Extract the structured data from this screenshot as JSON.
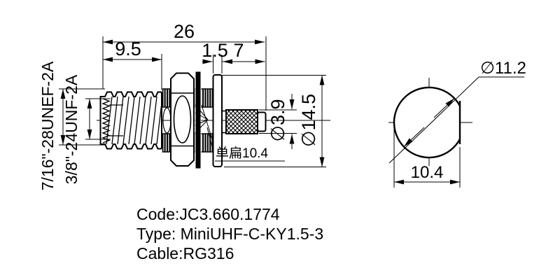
{
  "colors": {
    "ink": "#000000",
    "background": "#ffffff"
  },
  "left_view": {
    "dim_overall": "26",
    "dim_thread_len": "9.5",
    "dim_flange_thk": "1.5",
    "dim_front_len": "7",
    "label_thread_external": "7/16\"-28UNEF-2A",
    "label_thread_internal": "3/8\"-24UNF-2A",
    "dim_ferrule_dia": "∅3.9",
    "dim_flange_dia": "∅14.5",
    "label_flat": "单扁10.4"
  },
  "end_view": {
    "dim_dia": "∅11.2",
    "dim_flat_width": "10.4"
  },
  "notes": {
    "code": "Code:JC3.660.1774",
    "type": "Type: MiniUHF-C-KY1.5-3",
    "cable": "Cable:RG316"
  }
}
